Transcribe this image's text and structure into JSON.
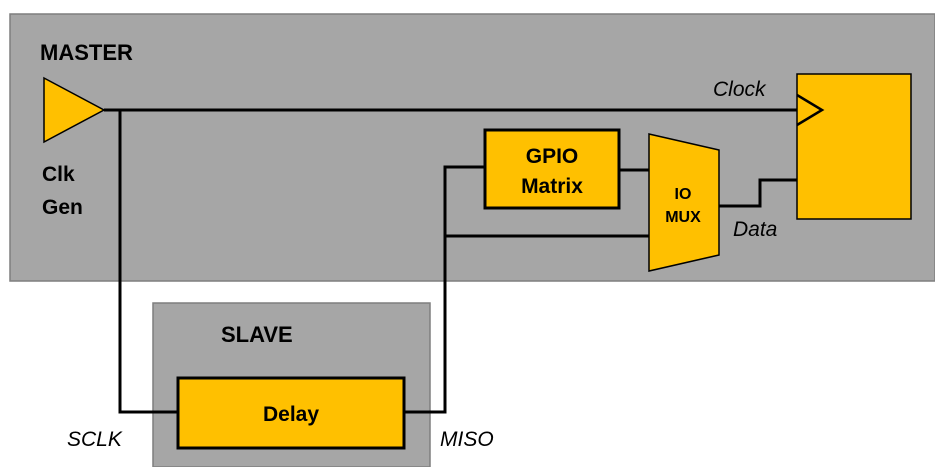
{
  "master": {
    "title": "MASTER"
  },
  "slave": {
    "title": "SLAVE"
  },
  "clk_gen": {
    "line1": "Clk",
    "line2": "Gen"
  },
  "gpio_matrix": {
    "line1": "GPIO",
    "line2": "Matrix"
  },
  "io_mux": {
    "line1": "IO",
    "line2": "MUX"
  },
  "delay": {
    "label": "Delay"
  },
  "signals": {
    "clock": "Clock",
    "data": "Data",
    "sclk": "SCLK",
    "miso": "MISO"
  },
  "colors": {
    "region_fill": "#a6a6a6",
    "region_stroke": "#7f7f7f",
    "block_fill": "#ffc000",
    "wire": "#000000"
  }
}
